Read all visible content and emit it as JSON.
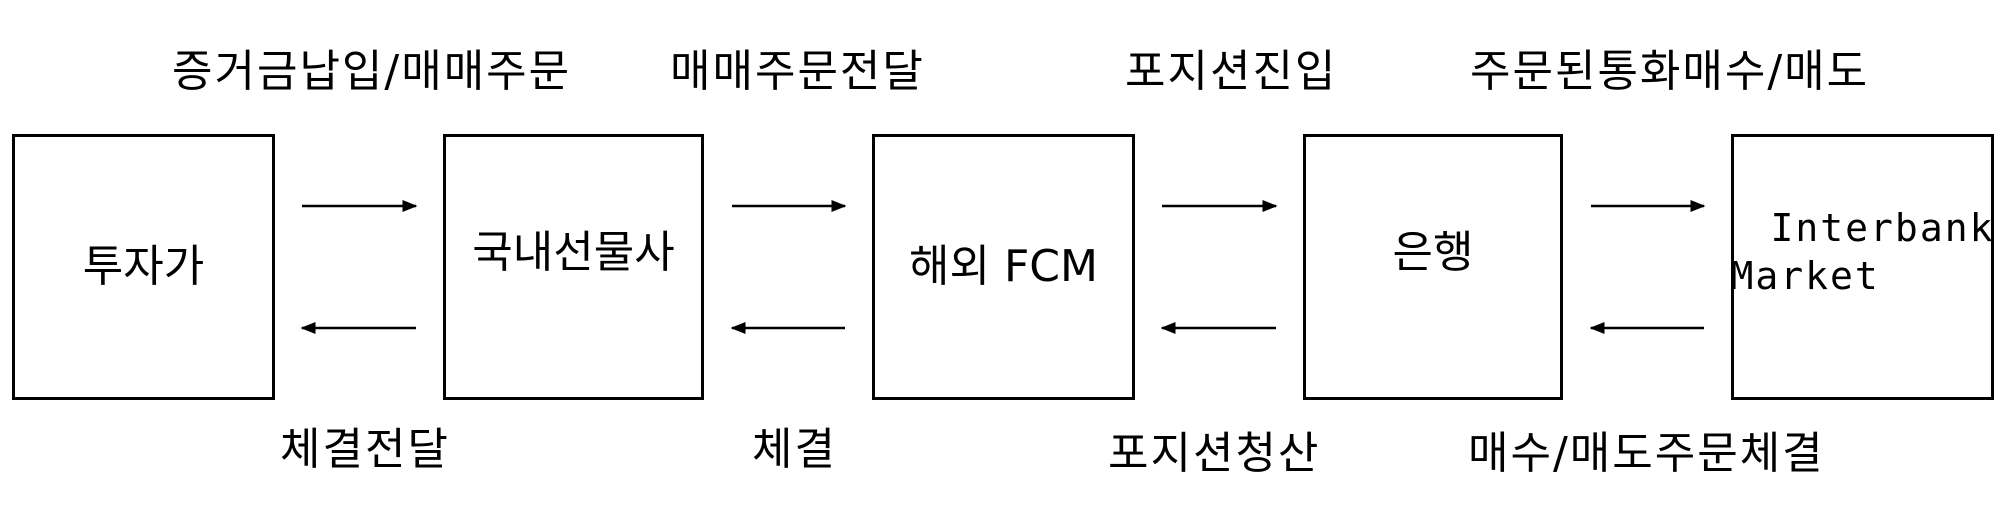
{
  "nodes": [
    {
      "id": "investor",
      "label": "투자가"
    },
    {
      "id": "domestic-futures",
      "label": "국내선물사"
    },
    {
      "id": "overseas-fcm",
      "label": "해외 FCM"
    },
    {
      "id": "bank",
      "label": "은행"
    },
    {
      "id": "interbank-market",
      "label_line1": "Interbank",
      "label_line2": "Market"
    }
  ],
  "top_labels": [
    "증거금납입/매매주문",
    "매매주문전달",
    "포지션진입",
    "주문된통화매수/매도"
  ],
  "bottom_labels": [
    "체결전달",
    "체결",
    "포지션청산",
    "매수/매도주문체결"
  ]
}
